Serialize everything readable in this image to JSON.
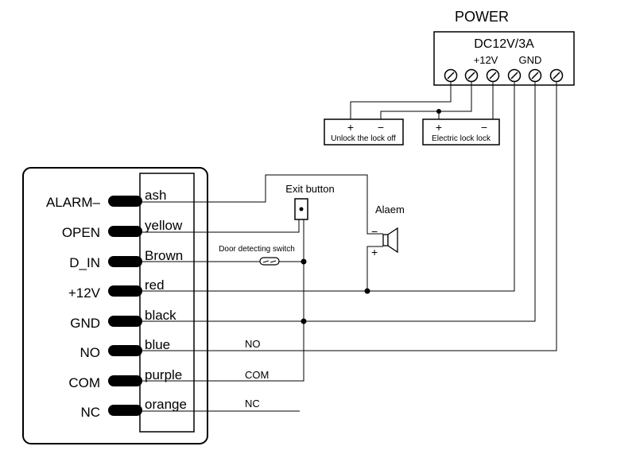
{
  "power": {
    "title": "POWER",
    "rating": "DC12V/3A",
    "plus_label": "+12V",
    "gnd_label": "GND"
  },
  "unlock_block": {
    "label": "Unlock the lock off",
    "plus": "+",
    "minus": "−"
  },
  "lock_block": {
    "label": "Electric lock lock",
    "plus": "+",
    "minus": "−"
  },
  "exit_button": {
    "label": "Exit button"
  },
  "alarm": {
    "label": "Alaem",
    "minus": "−",
    "plus": "+"
  },
  "door_switch": {
    "label": "Door detecting switch"
  },
  "controller": {
    "pins": [
      {
        "label": "ALARM–",
        "wire": "ash"
      },
      {
        "label": "OPEN",
        "wire": "yellow"
      },
      {
        "label": "D_IN",
        "wire": "Brown"
      },
      {
        "label": "+12V",
        "wire": "red"
      },
      {
        "label": "GND",
        "wire": "black"
      },
      {
        "label": "NO",
        "wire": "blue"
      },
      {
        "label": "COM",
        "wire": "purple"
      },
      {
        "label": "NC",
        "wire": "orange"
      }
    ]
  },
  "relay_labels": {
    "no": "NO",
    "com": "COM",
    "nc": "NC"
  }
}
